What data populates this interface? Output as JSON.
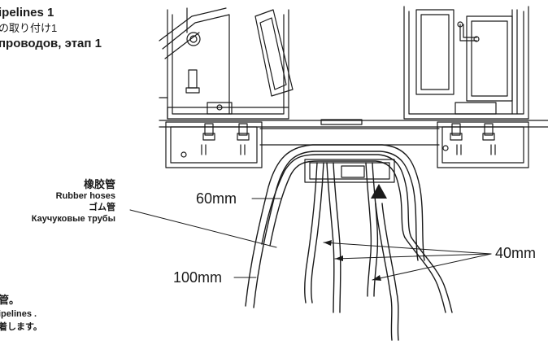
{
  "title": {
    "en": "ipelines 1",
    "ja": "の取り付け1",
    "ru": "проводов, этап 1"
  },
  "callout": {
    "zh": "橡胶管",
    "en": "Rubber hoses",
    "ja": "ゴム管",
    "ru": "Каучуковые трубы"
  },
  "dimensions": {
    "d60": "60mm",
    "d100": "100mm",
    "d40": "40mm"
  },
  "note": {
    "ja1": "管。",
    "en": "ipelines .",
    "ja2": "着します。"
  },
  "colors": {
    "line": "#1a1a1a",
    "background": "#ffffff"
  }
}
